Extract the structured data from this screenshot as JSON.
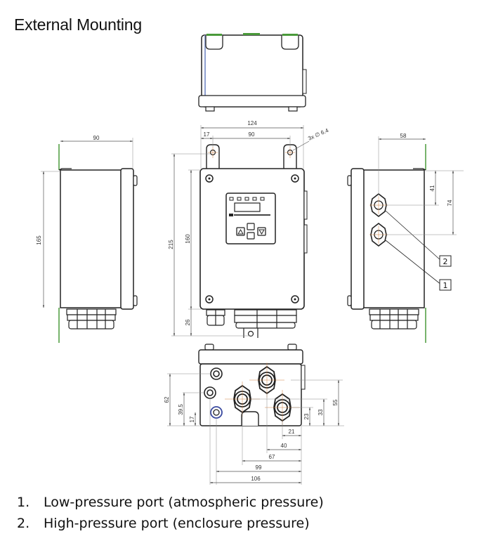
{
  "title": "External Mounting",
  "views": {
    "top": {
      "name": "Top view"
    },
    "side_left": {
      "dim_width": "90",
      "dim_height": "165"
    },
    "front": {
      "dim_total_width": "124",
      "dim_hole_offset": "17",
      "dim_hole_spacing": "90",
      "hole_note": "3x ∅ 6.4",
      "dim_total_height": "215",
      "dim_box_height": "160",
      "dim_bottom": "26"
    },
    "side_right": {
      "dim_depth": "58",
      "dim_port2": "41",
      "dim_port1": "74",
      "callouts": [
        "2",
        "1"
      ]
    },
    "bottom": {
      "dims_left": [
        "62",
        "39.5",
        "17"
      ],
      "dims_right": [
        "23",
        "33",
        "55"
      ],
      "dims_bottom": [
        "21",
        "40",
        "67",
        "99",
        "106"
      ]
    }
  },
  "legend": [
    {
      "num": "1.",
      "text": "Low-pressure port (atmospheric pressure)"
    },
    {
      "num": "2.",
      "text": "High-pressure port (enclosure pressure)"
    }
  ],
  "colors": {
    "line": "#222222",
    "dim": "#555555",
    "center": "#d08040",
    "bracket": "#4a9a3a",
    "blue": "#3a4aa0"
  }
}
